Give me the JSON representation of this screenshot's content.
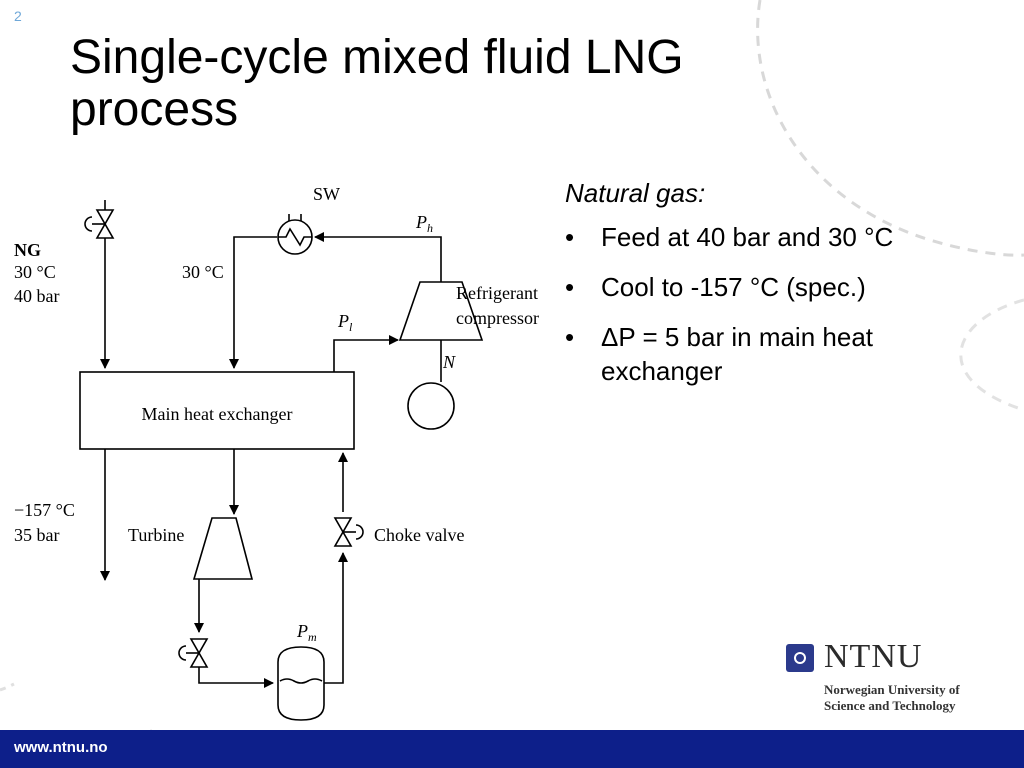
{
  "slide": {
    "number": "2",
    "title_lines": [
      "Single-cycle mixed fluid LNG",
      "process"
    ]
  },
  "bullets": {
    "heading": "Natural gas:",
    "items": [
      "Feed at 40 bar and 30 °C",
      "Cool to -157 °C (spec.)",
      "ΔP = 5 bar in main heat exchanger"
    ],
    "bullet_symbol": "•"
  },
  "diagram": {
    "ng_label": "NG",
    "ng_temp": "30 °C",
    "ng_pressure": "40 bar",
    "sw_label": "SW",
    "refrigerant_temp": "30 °C",
    "ph_label": "P",
    "ph_sub": "h",
    "pl_label": "P",
    "pl_sub": "l",
    "pm_label": "P",
    "pm_sub": "m",
    "refrigerant_line1": "Refrigerant",
    "refrigerant_line2": "compressor",
    "n_label": "N",
    "heat_exchanger_label": "Main heat exchanger",
    "out_temp": "−157 °C",
    "out_pressure": "35 bar",
    "turbine_label": "Turbine",
    "choke_valve_label": "Choke valve"
  },
  "logo": {
    "name": "NTNU",
    "sub_line1": "Norwegian University of",
    "sub_line2": "Science and Technology"
  },
  "footer": {
    "url": "www.ntnu.no"
  },
  "colors": {
    "footer_bar": "#0d1f8a",
    "slide_number": "#6fa8d8",
    "logo": "#2b3a8c"
  }
}
